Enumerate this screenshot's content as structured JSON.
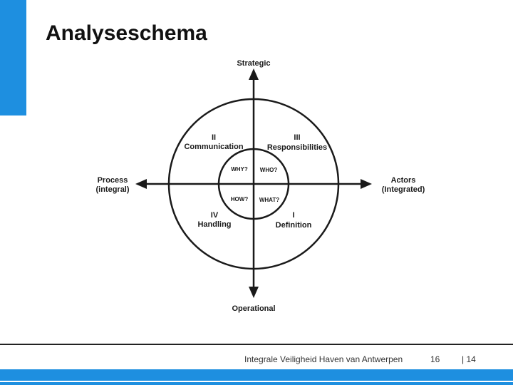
{
  "slide": {
    "title": "Analyseschema"
  },
  "diagram": {
    "axes": {
      "top": "Strategic",
      "bottom": "Operational",
      "left_line1": "Process",
      "left_line2": "(integral)",
      "right_line1": "Actors",
      "right_line2": "(Integrated)"
    },
    "quadrants": {
      "q2_numeral": "II",
      "q2_label": "Communication",
      "q3_numeral": "III",
      "q3_label": "Responsibilities",
      "q4_numeral": "IV",
      "q4_label": "Handling",
      "q1_numeral": "I",
      "q1_label": "Definition"
    },
    "questions": {
      "why": "WHY?",
      "who": "WHO?",
      "how": "HOW?",
      "what": "WHAT?"
    }
  },
  "footer": {
    "organization": "Integrale Veiligheid Haven van Antwerpen",
    "number": "16",
    "page": "| 14"
  },
  "colors": {
    "accent": "#1e8fe0",
    "diagram_stroke": "#1a1a1a"
  }
}
